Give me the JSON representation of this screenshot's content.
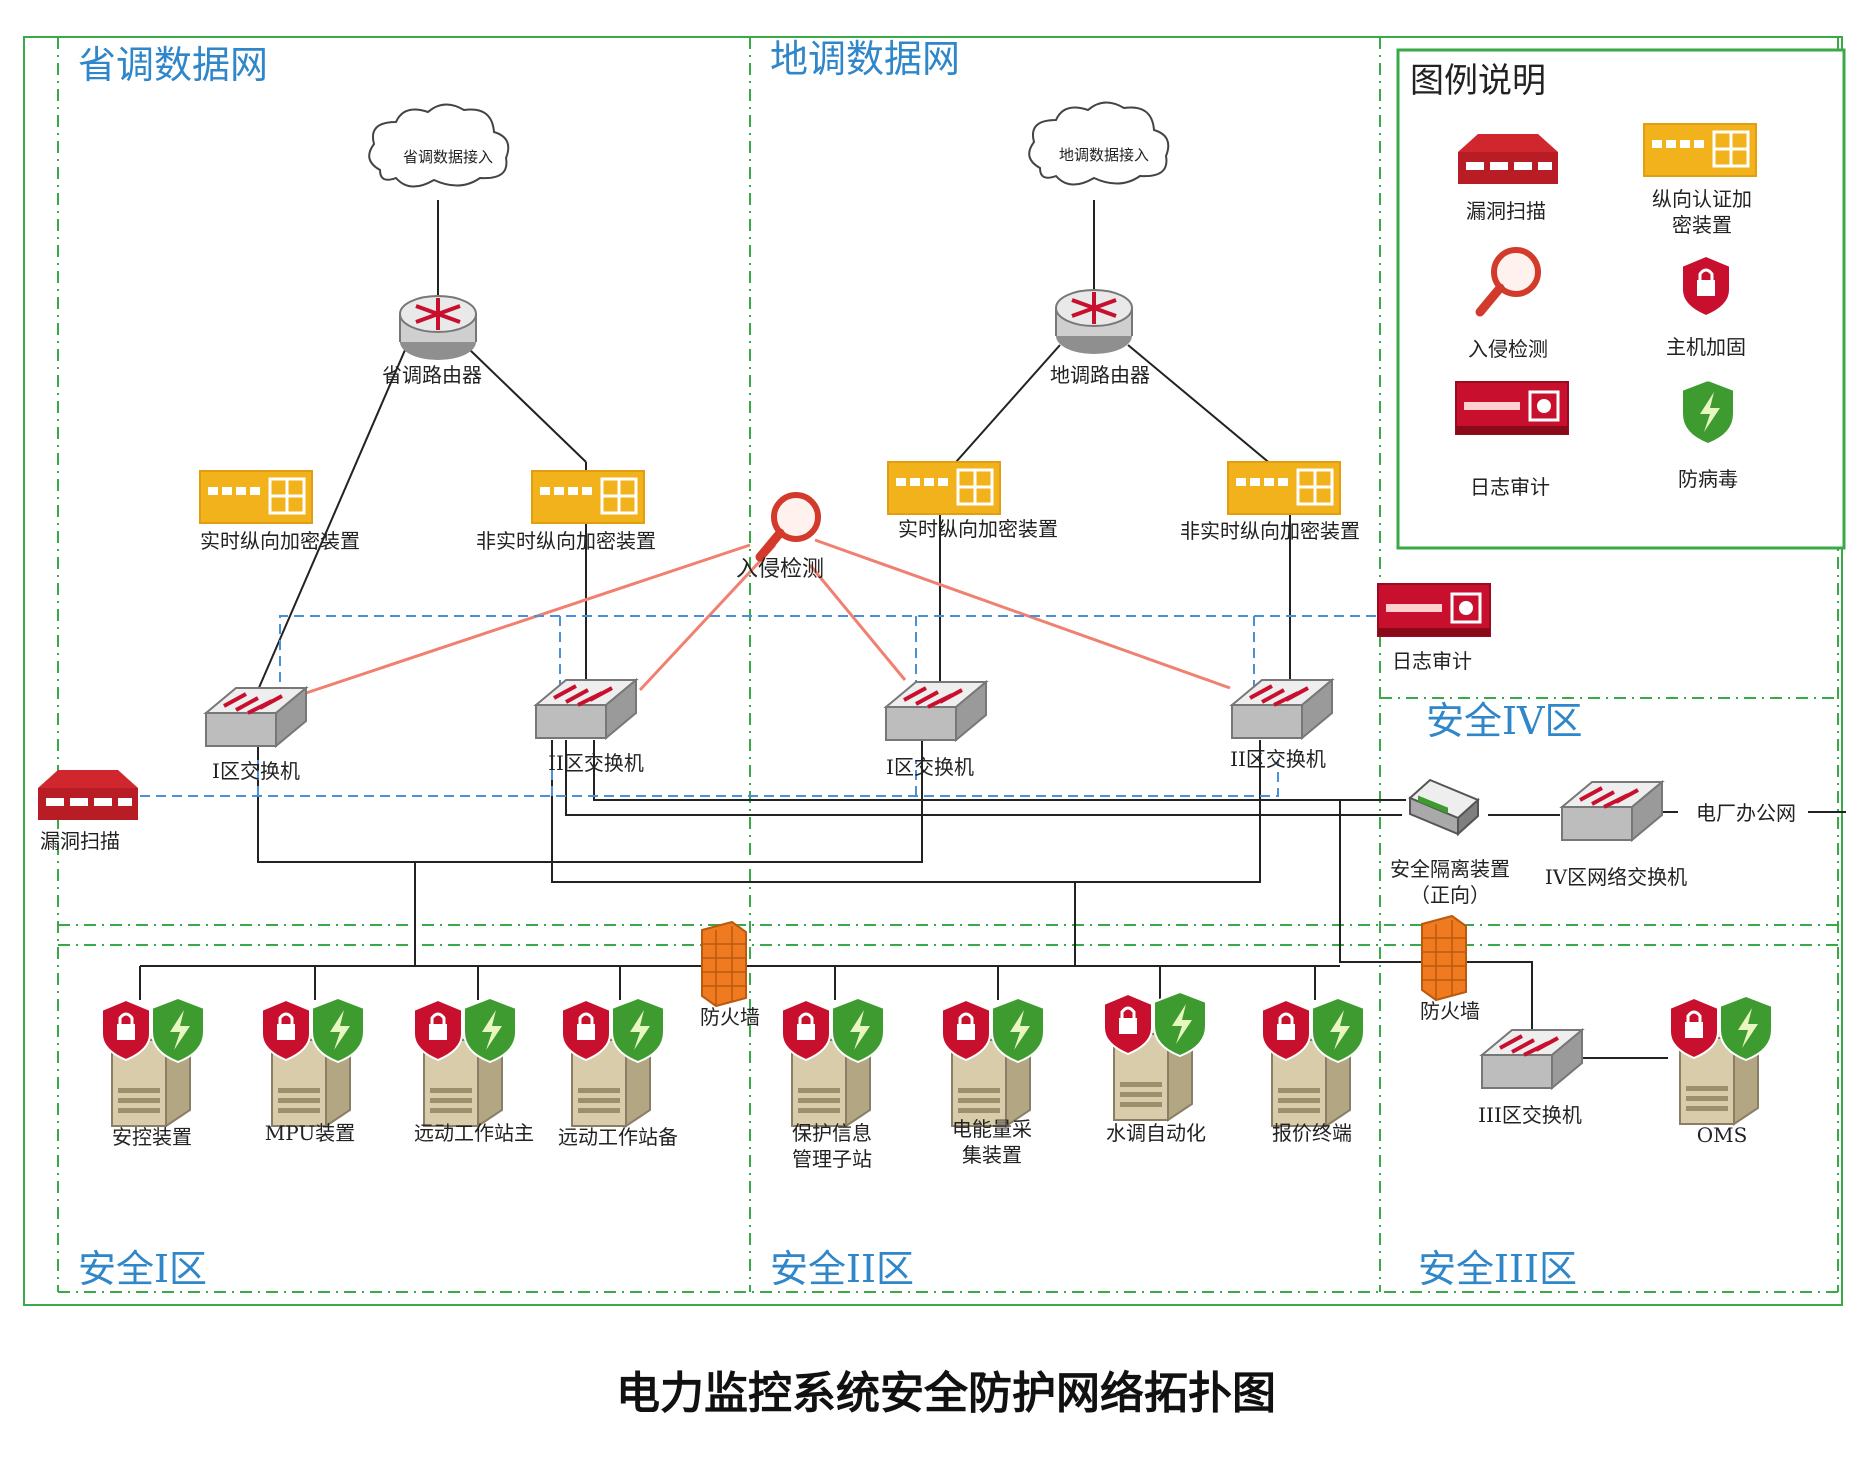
{
  "caption": "电力监控系统安全防护网络拓扑图",
  "zones": {
    "province_net": "省调数据网",
    "local_net": "地调数据网",
    "zone_1": "安全I区",
    "zone_2": "安全II区",
    "zone_3": "安全III区",
    "zone_4": "安全IV区"
  },
  "clouds": {
    "province": "省调数据接入",
    "local": "地调数据接入"
  },
  "routers": {
    "province": "省调路由器",
    "local": "地调路由器"
  },
  "encryptors": {
    "prov_rt": "实时纵向加密装置",
    "prov_nrt": "非实时纵向加密装置",
    "local_rt": "实时纵向加密装置",
    "local_nrt": "非实时纵向加密装置"
  },
  "switches": {
    "s1": "I区交换机",
    "s2": "II区交换机",
    "s3": "I区交换机",
    "s4": "II区交换机",
    "s_iii": "III区交换机",
    "s_iv": "IV区网络交换机"
  },
  "devices": {
    "ids": "入侵检测",
    "log_audit": "日志审计",
    "vuln_scan": "漏洞扫描",
    "firewall_1": "防火墙",
    "firewall_2": "防火墙",
    "isolation_l1": "安全隔离装置",
    "isolation_l2": "（正向）",
    "office_net": "电厂办公网"
  },
  "servers": [
    {
      "l1": "安控装置",
      "l2": ""
    },
    {
      "l1": "MPU装置",
      "l2": ""
    },
    {
      "l1": "远动工作站主",
      "l2": ""
    },
    {
      "l1": "远动工作站备",
      "l2": ""
    },
    {
      "l1": "保护信息",
      "l2": "管理子站"
    },
    {
      "l1": "电能量采",
      "l2": "集装置"
    },
    {
      "l1": "水调自动化",
      "l2": ""
    },
    {
      "l1": "报价终端",
      "l2": ""
    },
    {
      "l1": "OMS",
      "l2": ""
    }
  ],
  "legend": {
    "title": "图例说明",
    "items": [
      "漏洞扫描",
      "纵向认证加",
      "密装置",
      "入侵检测",
      "主机加固",
      "日志审计",
      "防病毒"
    ]
  },
  "colors": {
    "zone_border": "#3aaa48",
    "zone_text": "#2f86c9",
    "encryptor": "#f2b21c",
    "security_red": "#c8102e",
    "shield_green": "#3d9b2f",
    "firewall": "#f07a1f",
    "ids_line": "#f08070",
    "audit_line": "#4a90d9"
  }
}
